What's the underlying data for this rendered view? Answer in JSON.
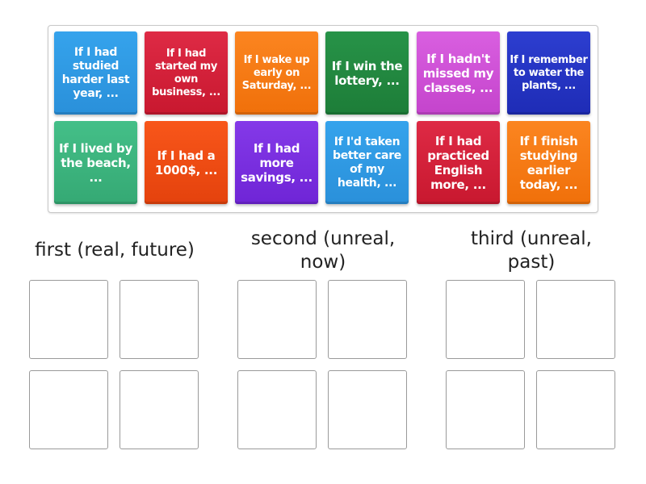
{
  "activity": {
    "type": "group sort",
    "tiles": [
      {
        "text": "If I had studied harder last year, ...",
        "color": "#2f9be6"
      },
      {
        "text": "If I had started my own business, ...",
        "color": "#d41f3a"
      },
      {
        "text": "If I wake up early on Saturday, ...",
        "color": "#f77a10"
      },
      {
        "text": "If I win the lottery, ...",
        "color": "#20883e"
      },
      {
        "text": "If I hadn't missed my classes, ...",
        "color": "#cf4fd6"
      },
      {
        "text": "If I remember to water the plants, ...",
        "color": "#2434c4"
      },
      {
        "text": "If I lived by the beach, ...",
        "color": "#3cb57f"
      },
      {
        "text": "If I had a 1000$, ...",
        "color": "#f04b12"
      },
      {
        "text": "If I had more savings, ...",
        "color": "#7a2fe0"
      },
      {
        "text": "If I'd taken better care of my health, ...",
        "color": "#2f9be6"
      },
      {
        "text": "If I had practiced English more, ...",
        "color": "#d41f3a"
      },
      {
        "text": "If I finish studying earlier today, ...",
        "color": "#f77a10"
      }
    ],
    "groups": [
      {
        "title": "first (real, future)",
        "slots": 4
      },
      {
        "title": "second (unreal, now)",
        "slots": 4
      },
      {
        "title": "third (unreal, past)",
        "slots": 4
      }
    ]
  }
}
